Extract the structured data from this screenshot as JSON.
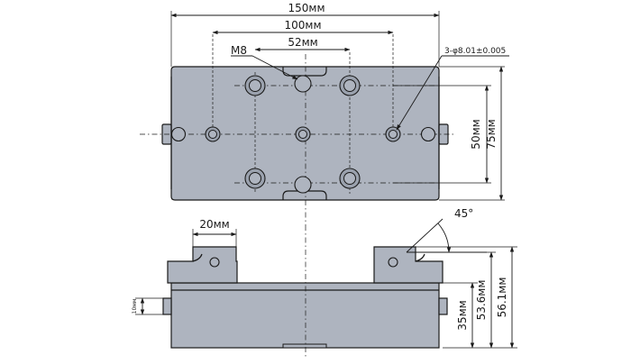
{
  "dimensions": {
    "overall_length": "150мм",
    "hole_span": "100мм",
    "center_span": "52мм",
    "thread": "M8",
    "pin_holes": "3-φ8.01±0.005",
    "hole_row_spacing": "50мм",
    "overall_width": "75мм",
    "jaw_width": "20мм",
    "chamfer_angle": "45°",
    "base_ref_height": "10мм",
    "base_height": "35мм",
    "jaw_height": "53.6мм",
    "total_height": "56.1мм"
  },
  "colors": {
    "part_fill": "#aeb4bf",
    "line": "#1a1a1a"
  }
}
